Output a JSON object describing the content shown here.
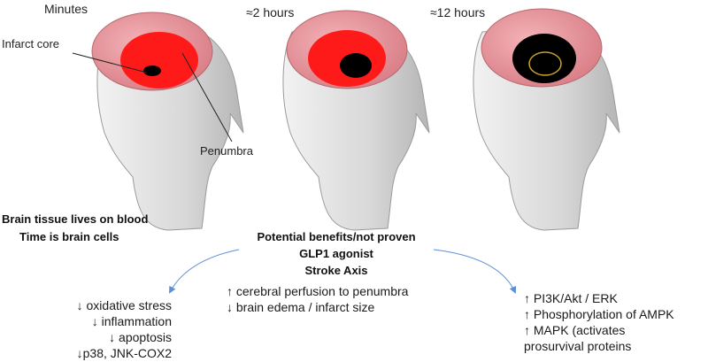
{
  "stages": [
    {
      "label": "Minutes"
    },
    {
      "label": "≈2 hours"
    },
    {
      "label": "≈12 hours"
    }
  ],
  "callouts": {
    "infarct_core": "Infarct core",
    "penumbra": "Penumbra"
  },
  "summary": {
    "line1": "Brain tissue lives on blood",
    "line2": "Time is brain cells"
  },
  "center": {
    "line1": "Potential benefits/not proven",
    "line2": "GLP1 agonist",
    "line3": "Stroke Axis"
  },
  "left_effects": [
    "↓ oxidative stress",
    "↓ inflammation",
    "↓ apoptosis",
    "↓p38, JNK-COX2"
  ],
  "middle_effects": [
    "↑ cerebral perfusion to penumbra",
    "↓ brain edema / infarct size"
  ],
  "right_effects": [
    "↑ PI3K/Akt / ERK",
    "↑ Phosphorylation of AMPK",
    "↑ MAPK (activates",
    "prosurvival proteins"
  ],
  "colors": {
    "brain": "#e58a92",
    "penumbra": "#ff1a1a",
    "core": "#000000",
    "skin": "#d9d9d9",
    "arrow": "#5b8fd6",
    "ring": "#c9a227"
  }
}
